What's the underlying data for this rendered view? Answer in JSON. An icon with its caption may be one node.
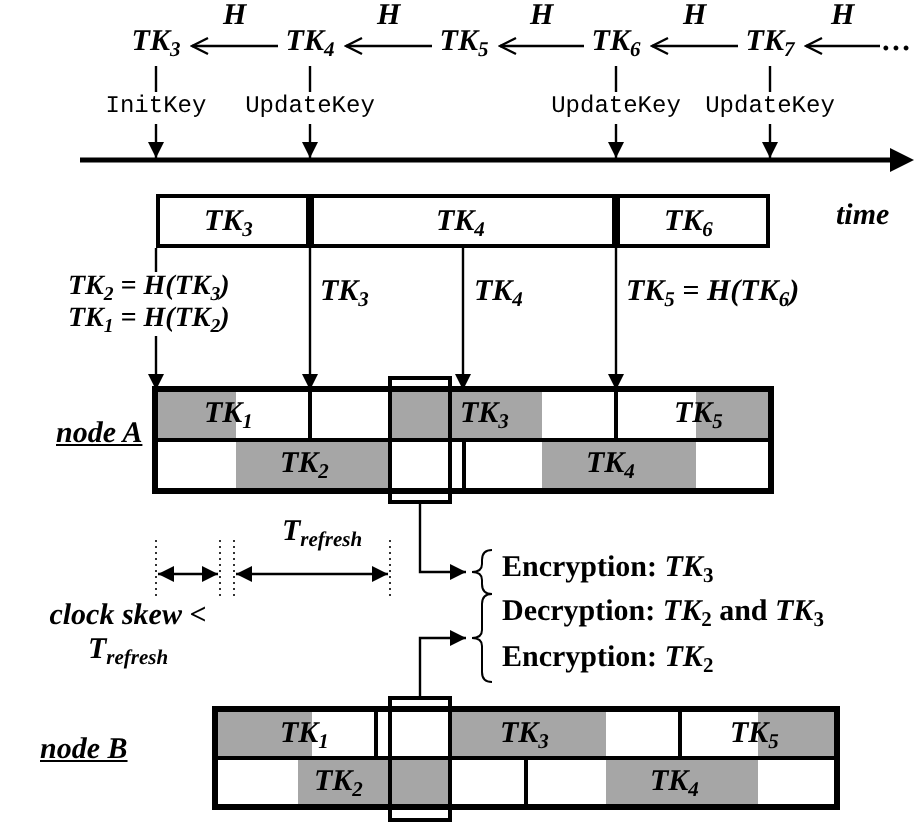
{
  "diagram": {
    "nodes": [
      {
        "text": [
          "TK$_{3}$"
        ]
      },
      {
        "text": [
          "TK$_{4}$"
        ]
      },
      {
        "text": [
          "TK$_{5}$"
        ]
      },
      {
        "text": [
          "TK$_{6}$"
        ]
      },
      {
        "text": [
          "TK$_{7}$"
        ]
      },
      {
        "text": [
          "…"
        ]
      },
      {
        "text": [
          "InitKey"
        ]
      },
      {
        "text": [
          "UpdateKey"
        ]
      },
      {
        "text": [
          "UpdateKey"
        ]
      },
      {
        "text": [
          "UpdateKey"
        ]
      },
      {
        "text": [
          "TK$_{3}$"
        ]
      },
      {
        "text": [
          "TK$_{4}$"
        ]
      },
      {
        "text": [
          "TK$_{6}$"
        ]
      },
      {
        "text": [
          "node A"
        ]
      },
      {
        "text": [
          "TK$_{1}$"
        ],
        "in": 13
      },
      {
        "text": [
          "TK$_{3}$"
        ],
        "in": 13
      },
      {
        "text": [
          "TK$_{5}$"
        ],
        "in": 13
      },
      {
        "text": [
          "TK$_{2}$"
        ],
        "in": 13
      },
      {
        "text": [
          "TK$_{4}$"
        ],
        "in": 13
      },
      {
        "text": [],
        "shape": "box"
      },
      {
        "text": [
          "Encryption: *TK*$_{3}$"
        ]
      },
      {
        "text": [
          "Decryption: *TK*$_{2}$ and *TK*$_{3}$",
          "Encryption: *TK*$_{2}$"
        ]
      },
      {
        "text": [
          "node B"
        ]
      },
      {
        "text": [
          "TK$_{1}$"
        ],
        "in": 22
      },
      {
        "text": [
          "TK$_{3}$"
        ],
        "in": 22
      },
      {
        "text": [
          "TK$_{5}$"
        ],
        "in": 22
      },
      {
        "text": [
          "TK$_{2}$"
        ],
        "in": 22
      },
      {
        "text": [
          "TK$_{4}$"
        ],
        "in": 22
      },
      {
        "text": [],
        "shape": "box"
      }
    ],
    "edges": [
      {
        "from": 1,
        "to": 0,
        "arrow": "to",
        "label": "H"
      },
      {
        "from": 2,
        "to": 1,
        "arrow": "to",
        "label": "H"
      },
      {
        "from": 3,
        "to": 2,
        "arrow": "to",
        "label": "H"
      },
      {
        "from": 4,
        "to": 3,
        "arrow": "to",
        "label": "H"
      },
      {
        "from": 5,
        "to": 4,
        "arrow": "to",
        "label": "H"
      },
      {
        "from": 0,
        "to": 6,
        "arrow": "none"
      },
      {
        "from": 1,
        "to": 7,
        "arrow": "none"
      },
      {
        "from": 3,
        "to": 8,
        "arrow": "none"
      },
      {
        "from": 4,
        "to": 9,
        "arrow": "none"
      },
      {
        "from": 6,
        "to": null,
        "arrow": "to"
      },
      {
        "from": 7,
        "to": null,
        "arrow": "to"
      },
      {
        "from": 8,
        "to": null,
        "arrow": "to"
      },
      {
        "from": 9,
        "to": null,
        "arrow": "to"
      },
      {
        "from": 10,
        "to": 13,
        "arrow": "to",
        "label": "TK$_{2}$ = H(TK$_{3}$) TK$_{1}$ = H(TK$_{2}$)"
      },
      {
        "from": 11,
        "to": 13,
        "arrow": "to",
        "label": "TK$_{3}$"
      },
      {
        "from": 11,
        "to": 13,
        "arrow": "to",
        "label": "TK$_{4}$"
      },
      {
        "from": 12,
        "to": 13,
        "arrow": "to",
        "label": "TK$_{5}$ = H(TK$_{6}$)"
      },
      {
        "from": 19,
        "to": 20,
        "arrow": "to"
      },
      {
        "from": 28,
        "to": 21,
        "arrow": "to"
      }
    ],
    "labels": [
      "time",
      "T$_{refresh}$",
      "clock skew < T$_{refresh}$"
    ]
  }
}
